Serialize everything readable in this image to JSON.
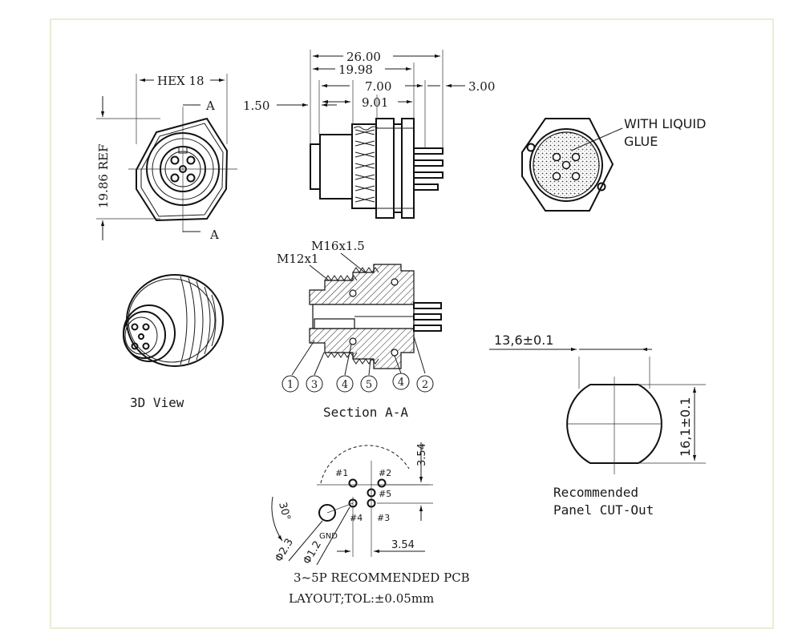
{
  "colors": {
    "frame": "#e6e6c8",
    "line": "#1a1a1a",
    "background": "#ffffff"
  },
  "front_view": {
    "hex_label": "HEX 18",
    "height_label": "19.86 REF",
    "section_mark_top": "A",
    "section_mark_bottom": "A"
  },
  "side_view": {
    "dim_overall": "26.00",
    "dim_body": "19.98",
    "dim_thread": "7.00",
    "dim_pins": "3.00",
    "dim_flange": "9.01",
    "dim_left": "1.50"
  },
  "rear_view": {
    "note_line1": "WITH LIQUID",
    "note_line2": "GLUE"
  },
  "section_view": {
    "thread_outer": "M16x1.5",
    "thread_inner": "M12x1",
    "balloons": [
      "1",
      "3",
      "4",
      "5",
      "4",
      "2"
    ],
    "caption": "Section A-A"
  },
  "view_3d": {
    "caption": "3D View"
  },
  "cutout": {
    "width_label": "13,6±0.1",
    "height_label": "16,1±0.1",
    "caption_line1": "Recommended",
    "caption_line2": "Panel CUT-Out"
  },
  "pcb_layout": {
    "pins": [
      "#1",
      "#2",
      "#5",
      "#4",
      "#3"
    ],
    "gnd_label": "GND",
    "dim_vertical": "3.54",
    "dim_horizontal": "3.54",
    "angle_label": "30°",
    "hole_big": "Φ2.3",
    "hole_small": "Φ1.2",
    "caption_line1": "3~5P RECOMMENDED PCB",
    "caption_line2": "LAYOUT;TOL:±0.05mm"
  }
}
